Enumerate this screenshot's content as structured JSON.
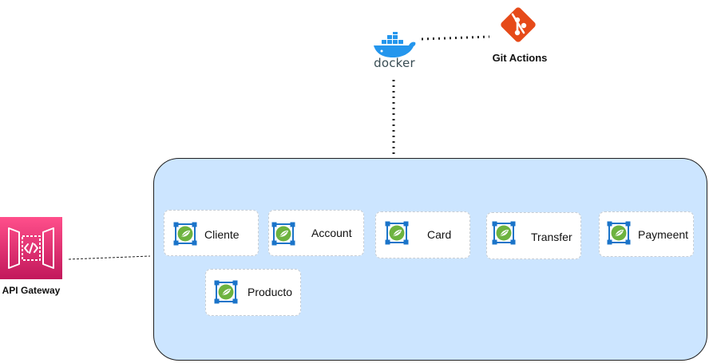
{
  "devops": {
    "docker_label": "docker",
    "git_label": "Git Actions"
  },
  "gateway": {
    "label": "API Gateway"
  },
  "services": [
    {
      "label": "Cliente"
    },
    {
      "label": "Account"
    },
    {
      "label": "Card"
    },
    {
      "label": "Transfer"
    },
    {
      "label": "Paymeent"
    },
    {
      "label": "Producto"
    }
  ],
  "colors": {
    "cluster_fill": "#cce5ff",
    "cluster_border": "#1f1f1f",
    "git_orange": "#e64a19",
    "docker_blue": "#2496ed",
    "docker_wordmark": "#394d54",
    "gateway_gradient_top": "#ff4f8b",
    "gateway_gradient_bottom": "#c2185b",
    "spring_green": "#6db33f",
    "component_frame_blue": "#1b74c9"
  },
  "icons": {
    "devops_container": "docker-whale-icon",
    "ci": "git-branch-icon",
    "gateway": "api-gateway-icon",
    "service": "spring-boot-icon"
  }
}
